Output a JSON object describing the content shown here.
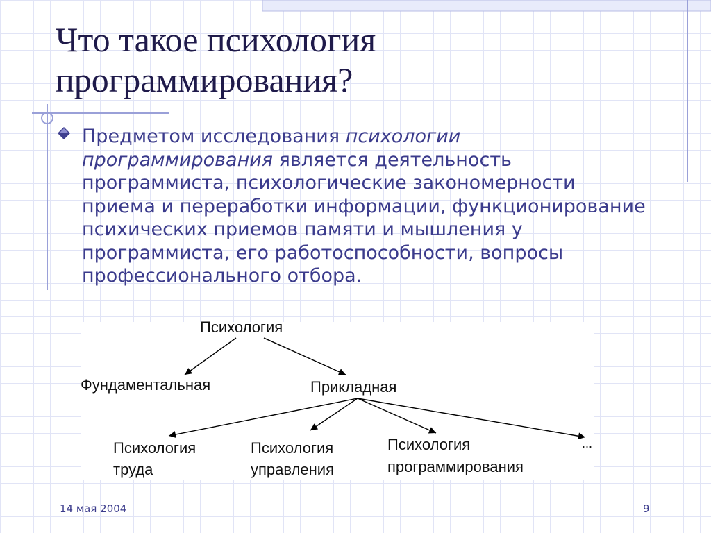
{
  "slide": {
    "title_line1": "Что такое психология",
    "title_line2": "программирования?",
    "body": {
      "part1": "Предметом исследования ",
      "part2_italic": "психологии программирования",
      "part3": " является деятельность программиста, психологические закономерности приема и переработки информации, функционирование психических приемов памяти и мышления у программиста, его работоспособности, вопросы профессионального отбора."
    },
    "footer": {
      "date": "14 мая 2004",
      "page_number": "9"
    }
  },
  "diagram": {
    "root": "Психология",
    "level1": {
      "fundamental": "Фундаментальная",
      "applied": "Прикладная"
    },
    "level2": {
      "labor_line1": "Психология",
      "labor_line2": "труда",
      "management_line1": "Психология",
      "management_line2": "управления",
      "programming_line1": "Психология",
      "programming_line2": "программирования",
      "more": "..."
    }
  },
  "colors": {
    "title": "#1f1a4a",
    "body_text": "#3b3b8c",
    "grid": "#e1e4f6",
    "accent_line": "#9aa0d8",
    "bullet": "#3f3f8f"
  }
}
